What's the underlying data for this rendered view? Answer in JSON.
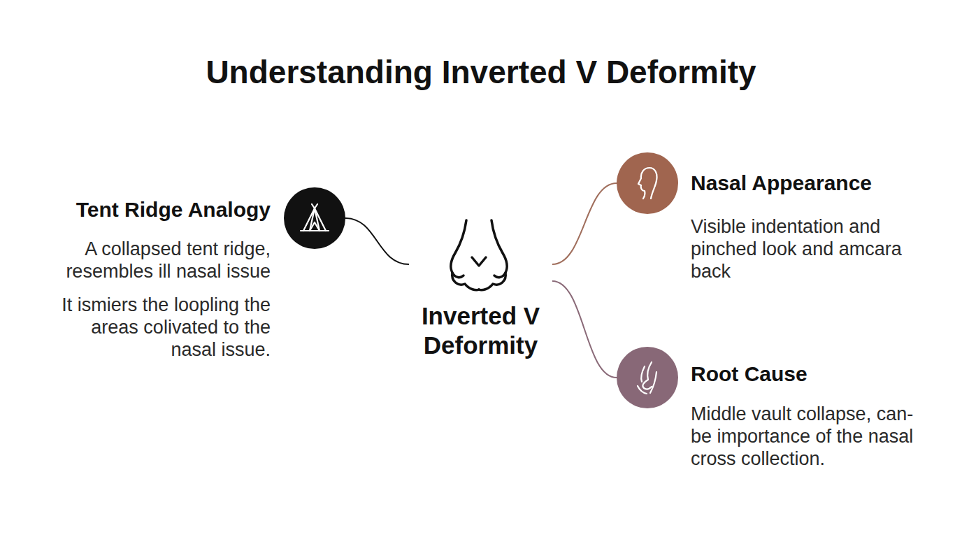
{
  "diagram": {
    "title": "Understanding Inverted V Deformity",
    "nodes": [
      {
        "text": [
          "Tent Ridge Analogy",
          "A collapsed tent ridge, resembles ill nasal issue",
          "It ismiers the loopling the areas colivated to the nasal issue."
        ]
      },
      {
        "text": [
          "Inverted V Deformity"
        ]
      },
      {
        "text": [
          "Nasal Appearance",
          "Visible indentation and pinched look and amcara back"
        ]
      },
      {
        "text": [
          "Root Cause",
          "Middle vault collapse, can-be importance of the nasal cross collection."
        ]
      }
    ],
    "edges": [
      {
        "from": 0,
        "to": 1,
        "arrow": "none"
      },
      {
        "from": 1,
        "to": 2,
        "arrow": "none"
      },
      {
        "from": 1,
        "to": 3,
        "arrow": "none"
      }
    ]
  }
}
